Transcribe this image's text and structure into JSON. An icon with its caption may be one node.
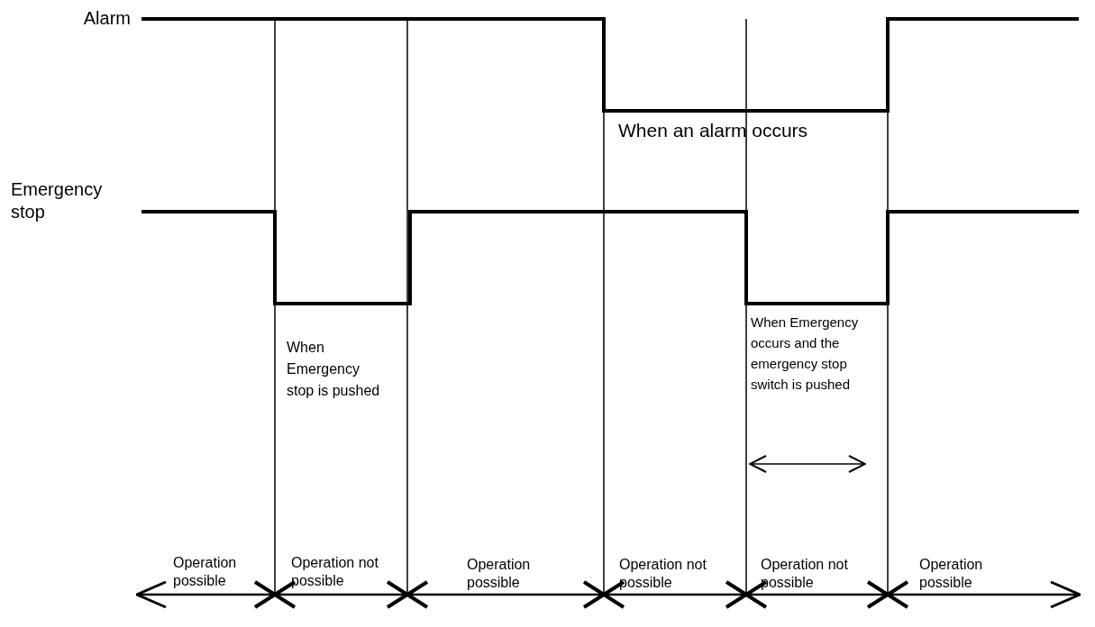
{
  "diagram": {
    "labels": [
      "Alarm",
      "Emergency stop",
      "When an alarm occurs",
      "When Emergency stop is pushed",
      "When Emergency occurs and the emergency stop switch is pushed",
      "Operation possible",
      "Operation not possible",
      "Operation possible",
      "Operation not possible",
      "Operation not possible",
      "Operation possible"
    ]
  }
}
